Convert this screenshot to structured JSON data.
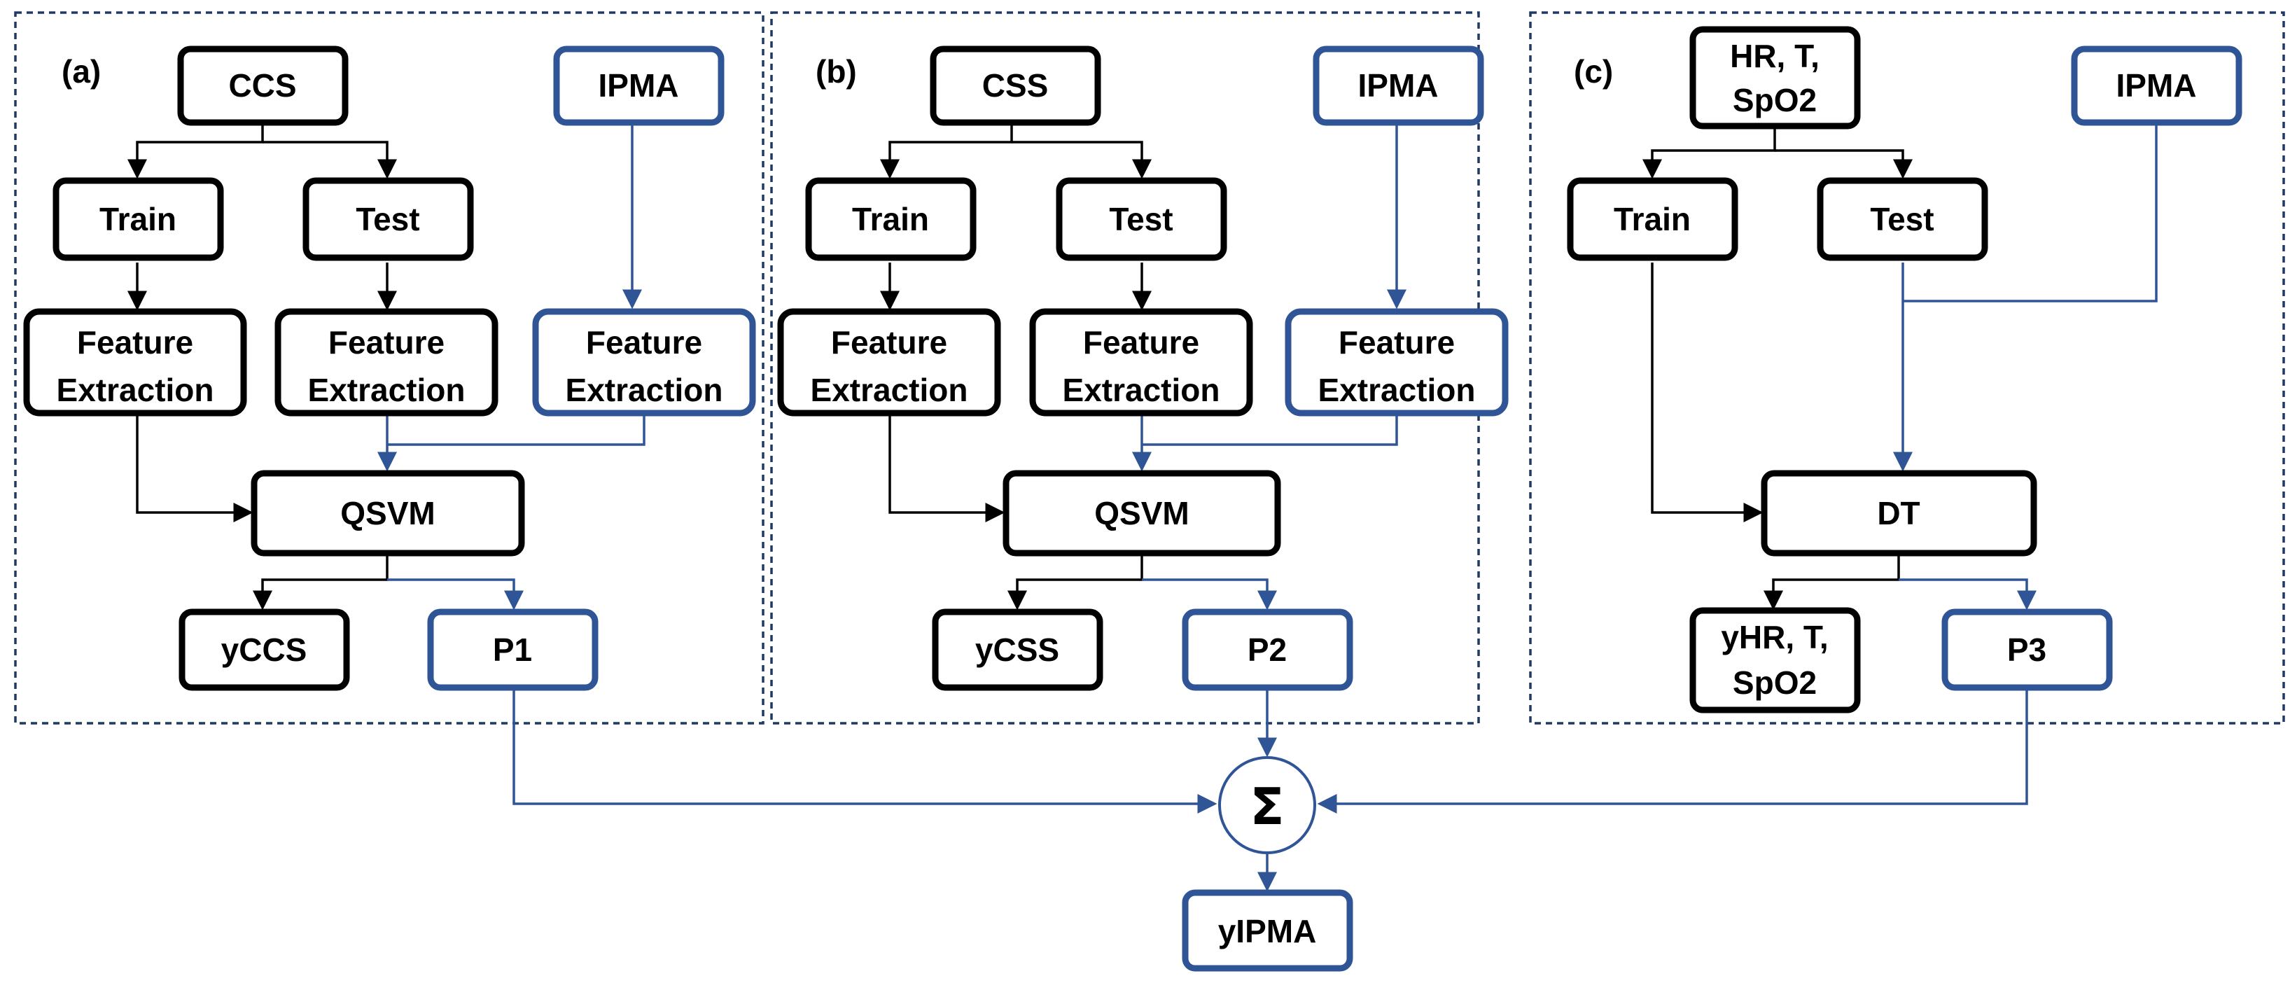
{
  "panels": {
    "a": {
      "label": "(a)",
      "source": "CCS",
      "extra": "IPMA",
      "train": "Train",
      "test": "Test",
      "fe_train": [
        "Feature",
        "Extraction"
      ],
      "fe_test": [
        "Feature",
        "Extraction"
      ],
      "fe_extra": [
        "Feature",
        "Extraction"
      ],
      "model": "QSVM",
      "output": "yCCS",
      "prob": "P1"
    },
    "b": {
      "label": "(b)",
      "source": "CSS",
      "extra": "IPMA",
      "train": "Train",
      "test": "Test",
      "fe_train": [
        "Feature",
        "Extraction"
      ],
      "fe_test": [
        "Feature",
        "Extraction"
      ],
      "fe_extra": [
        "Feature",
        "Extraction"
      ],
      "model": "QSVM",
      "output": "yCSS",
      "prob": "P2"
    },
    "c": {
      "label": "(c)",
      "source": [
        "HR, T,",
        "SpO2"
      ],
      "extra": "IPMA",
      "train": "Train",
      "test": "Test",
      "model": "DT",
      "output": [
        "yHR, T,",
        "SpO2"
      ],
      "prob": "P3"
    }
  },
  "fusion": {
    "symbol": "Σ",
    "output": "yIPMA"
  },
  "colors": {
    "primary": "#000000",
    "accent": "#2f5597",
    "panel_border": "#1f3864"
  }
}
